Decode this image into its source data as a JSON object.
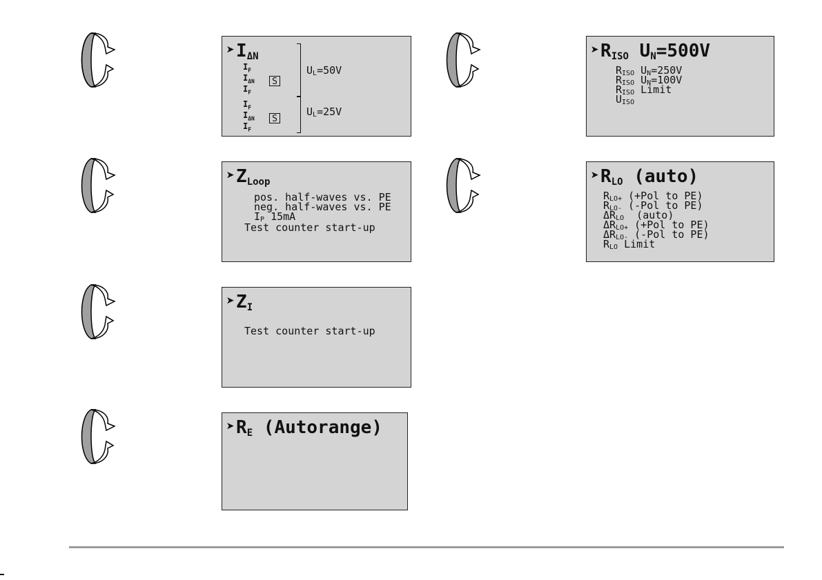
{
  "panels": {
    "idn": {
      "title_main": "I",
      "title_sub": "ΔN",
      "group1": {
        "lines": [
          [
            "I",
            "F"
          ],
          [
            "I",
            "ΔN"
          ],
          [
            "I",
            "F"
          ]
        ],
        "s_label": "S",
        "ul_label": "U",
        "ul_sub": "L",
        "ul_value": "=50V"
      },
      "group2": {
        "lines": [
          [
            "I",
            "F"
          ],
          [
            "I",
            "ΔN"
          ],
          [
            "I",
            "F"
          ]
        ],
        "s_label": "S",
        "ul_label": "U",
        "ul_sub": "L",
        "ul_value": "=25V"
      }
    },
    "zloop": {
      "title_main": "Z",
      "title_sub": "Loop",
      "lines": [
        "pos. half-waves vs. PE",
        "neg. half-waves vs. PE",
        "I",
        "Test counter start-up"
      ],
      "ip_sub": "P",
      "ip_value": "15mA"
    },
    "zi": {
      "title_main": "Z",
      "title_sub": "I",
      "line1": "Test counter start-up"
    },
    "re": {
      "title_main": "R",
      "title_sub": "E",
      "title_suffix": " (Autorange)"
    },
    "riso": {
      "title_main": "R",
      "title_sub": "ISO",
      "title_suffix": "U",
      "title_suffix_sub": "N",
      "title_suffix_value": "=500V",
      "rows": [
        {
          "main": "R",
          "sub": "ISO",
          "u": "U",
          "u_sub": "N",
          "value": "=250V"
        },
        {
          "main": "R",
          "sub": "ISO",
          "u": "U",
          "u_sub": "N",
          "value": "=100V"
        },
        {
          "main": "R",
          "sub": "ISO",
          "u": "",
          "u_sub": "",
          "value": "Limit"
        }
      ],
      "last_main": "U",
      "last_sub": "ISO"
    },
    "rlo": {
      "title_main": "R",
      "title_sub": "LO",
      "title_suffix": " (auto)",
      "rows": [
        {
          "main": "R",
          "sub": "LO+",
          "text": "(+Pol to PE)"
        },
        {
          "main": "R",
          "sub": "LO-",
          "text": "(-Pol to PE)"
        },
        {
          "main": "ΔR",
          "sub": "LO",
          "text": "(auto)"
        },
        {
          "main": "ΔR",
          "sub": "LO+",
          "text": "(+Pol to PE)"
        },
        {
          "main": "ΔR",
          "sub": "LO-",
          "text": "(-Pol to PE)"
        },
        {
          "main": "R",
          "sub": "LO",
          "text": "Limit"
        }
      ]
    }
  },
  "icons": {
    "rotary": "rotary-switch-icon",
    "pointer": "pointer-arrow-icon"
  }
}
